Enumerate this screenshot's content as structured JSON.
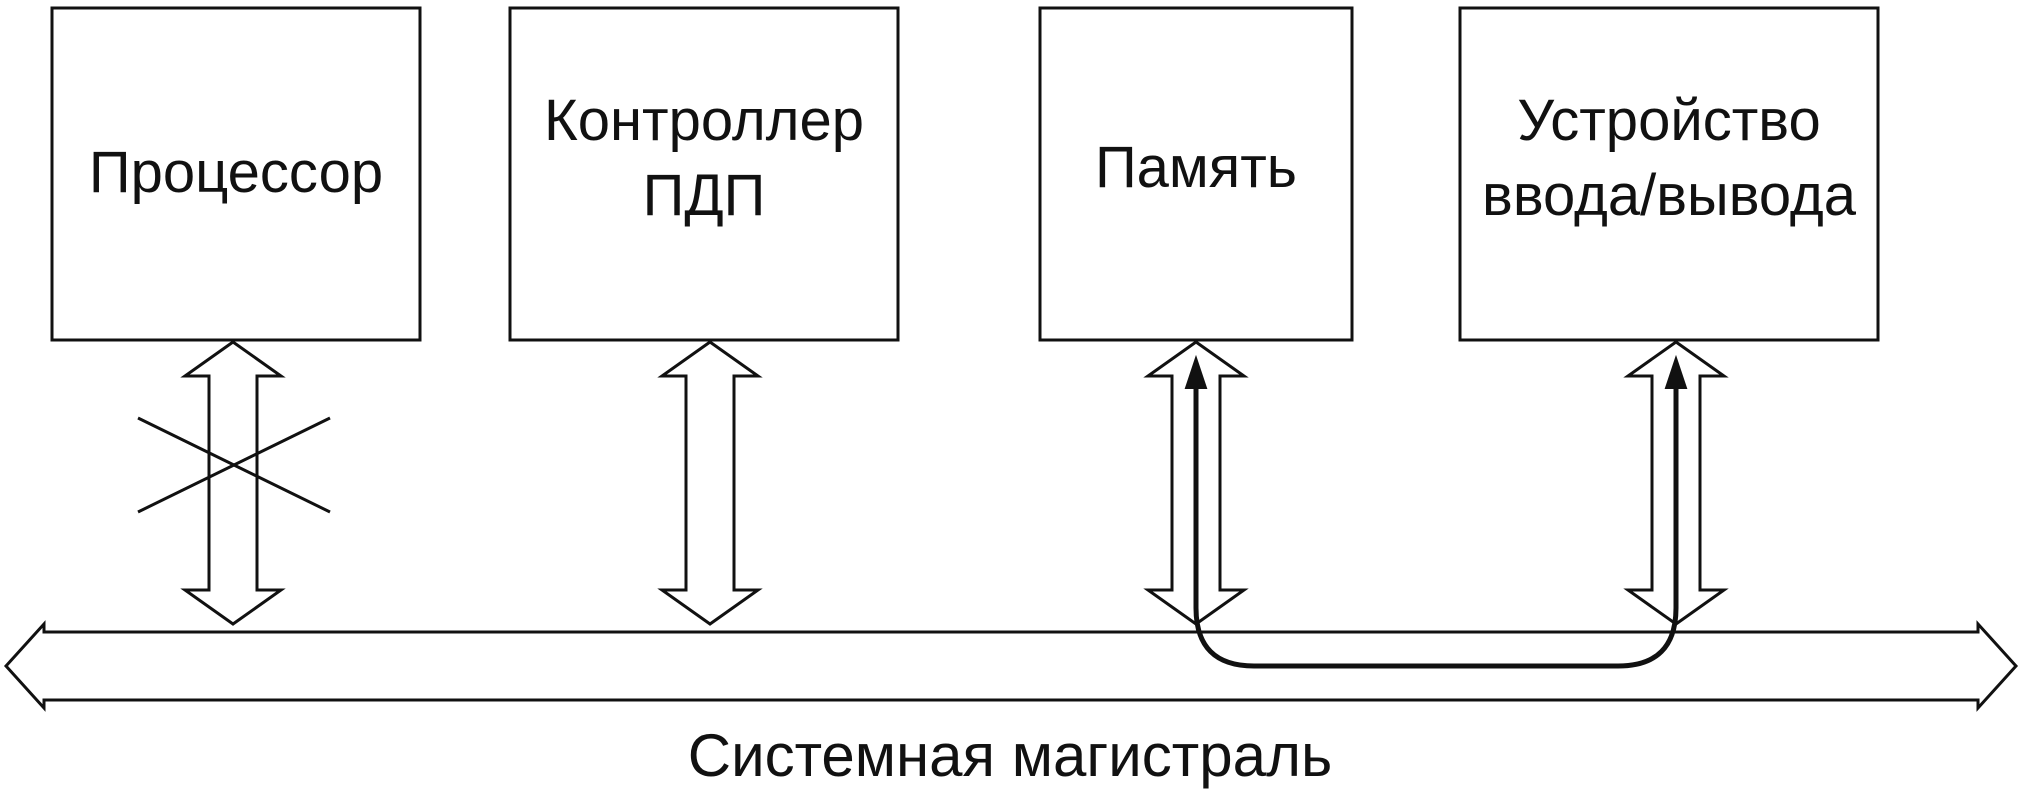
{
  "blocks": {
    "processor": "Процессор",
    "dma_line1": "Контроллер",
    "dma_line2": "ПДП",
    "memory": "Память",
    "io_line1": "Устройство",
    "io_line2": "ввода/вывода"
  },
  "bus": {
    "label": "Системная магистраль"
  },
  "links": {
    "processor_disabled": true,
    "transfer": "io → memory"
  },
  "colors": {
    "stroke": "#111111",
    "background": "#ffffff"
  }
}
